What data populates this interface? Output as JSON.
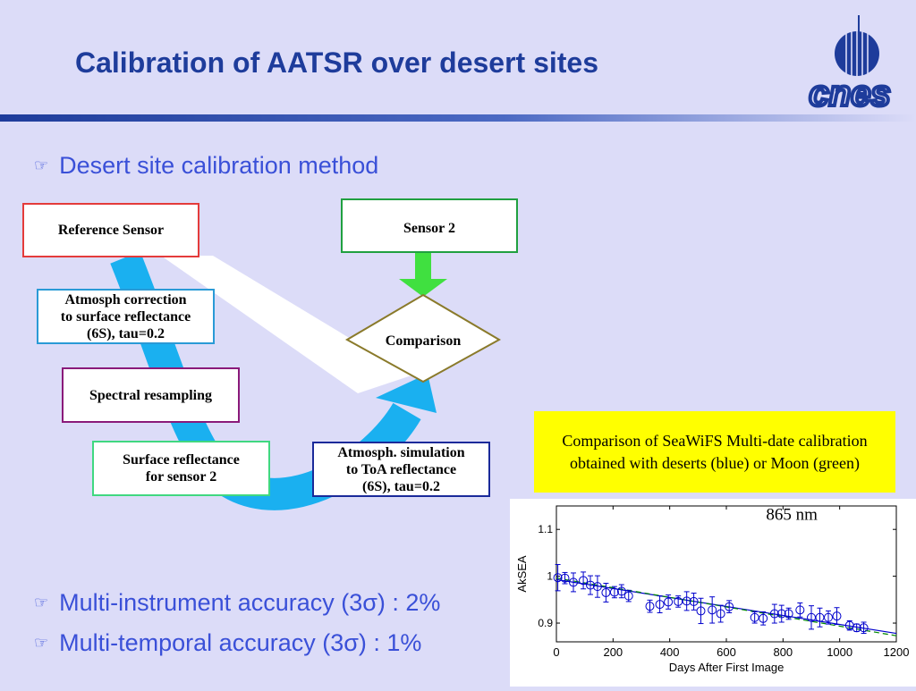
{
  "title": "Calibration of AATSR over desert sites",
  "logo": {
    "text": "cnes"
  },
  "bullets": {
    "b1": "Desert site calibration method",
    "b2": "Multi-instrument accuracy (3σ) : 2%",
    "b3": "Multi-temporal accuracy (3σ) : 1%"
  },
  "flow": {
    "reference_sensor": "Reference Sensor",
    "sensor2": "Sensor 2",
    "atm_correction": [
      "Atmosph correction",
      "to surface reflectance",
      "(6S), tau=0.2"
    ],
    "spectral_resampling": "Spectral resampling",
    "comparison": "Comparison",
    "surface_reflectance": [
      "Surface reflectance",
      "for sensor 2"
    ],
    "atm_simulation": [
      "Atmosph. simulation",
      "to ToA reflectance",
      "(6S), tau=0.2"
    ]
  },
  "caption": "Comparison of SeaWiFS Multi-date calibration obtained with deserts (blue) or Moon (green)",
  "colors": {
    "title": "#1e3c9b",
    "bullet": "#3a50d8",
    "arrow": "#1ab0f0",
    "green": "#40e040",
    "caption_bg": "#ffff00"
  },
  "chart_data": {
    "type": "scatter",
    "annotation": "865 nm",
    "xlabel": "Days After First Image",
    "ylabel": "AkSEA",
    "xlim": [
      0,
      1200
    ],
    "ylim": [
      0.86,
      1.15
    ],
    "xticks": [
      0,
      200,
      400,
      600,
      800,
      1000,
      1200
    ],
    "yticks": [
      0.9,
      1,
      1.1
    ],
    "series": [
      {
        "color": "#0000cc",
        "points": [
          [
            5,
            0.997,
            0.028
          ],
          [
            30,
            0.996,
            0.012
          ],
          [
            60,
            0.987,
            0.02
          ],
          [
            95,
            0.991,
            0.018
          ],
          [
            120,
            0.981,
            0.02
          ],
          [
            145,
            0.978,
            0.023
          ],
          [
            175,
            0.965,
            0.02
          ],
          [
            205,
            0.966,
            0.012
          ],
          [
            230,
            0.968,
            0.014
          ],
          [
            255,
            0.958,
            0.012
          ],
          [
            330,
            0.936,
            0.013
          ],
          [
            365,
            0.94,
            0.018
          ],
          [
            395,
            0.945,
            0.015
          ],
          [
            430,
            0.946,
            0.012
          ],
          [
            460,
            0.947,
            0.02
          ],
          [
            485,
            0.946,
            0.018
          ],
          [
            510,
            0.926,
            0.027
          ],
          [
            550,
            0.928,
            0.028
          ],
          [
            580,
            0.92,
            0.018
          ],
          [
            610,
            0.935,
            0.013
          ],
          [
            700,
            0.912,
            0.012
          ],
          [
            730,
            0.91,
            0.014
          ],
          [
            770,
            0.92,
            0.02
          ],
          [
            795,
            0.92,
            0.018
          ],
          [
            820,
            0.92,
            0.012
          ],
          [
            860,
            0.928,
            0.015
          ],
          [
            900,
            0.912,
            0.025
          ],
          [
            930,
            0.912,
            0.02
          ],
          [
            960,
            0.912,
            0.014
          ],
          [
            990,
            0.915,
            0.018
          ],
          [
            1035,
            0.895,
            0.01
          ],
          [
            1060,
            0.89,
            0.008
          ],
          [
            1085,
            0.89,
            0.012
          ]
        ]
      }
    ],
    "fits": [
      {
        "color": "#0000cc",
        "style": "solid",
        "from": [
          0,
          0.993
        ],
        "to": [
          1200,
          0.878
        ]
      },
      {
        "color": "#008800",
        "style": "dashed",
        "from": [
          0,
          0.996
        ],
        "to": [
          1200,
          0.873
        ]
      }
    ]
  }
}
